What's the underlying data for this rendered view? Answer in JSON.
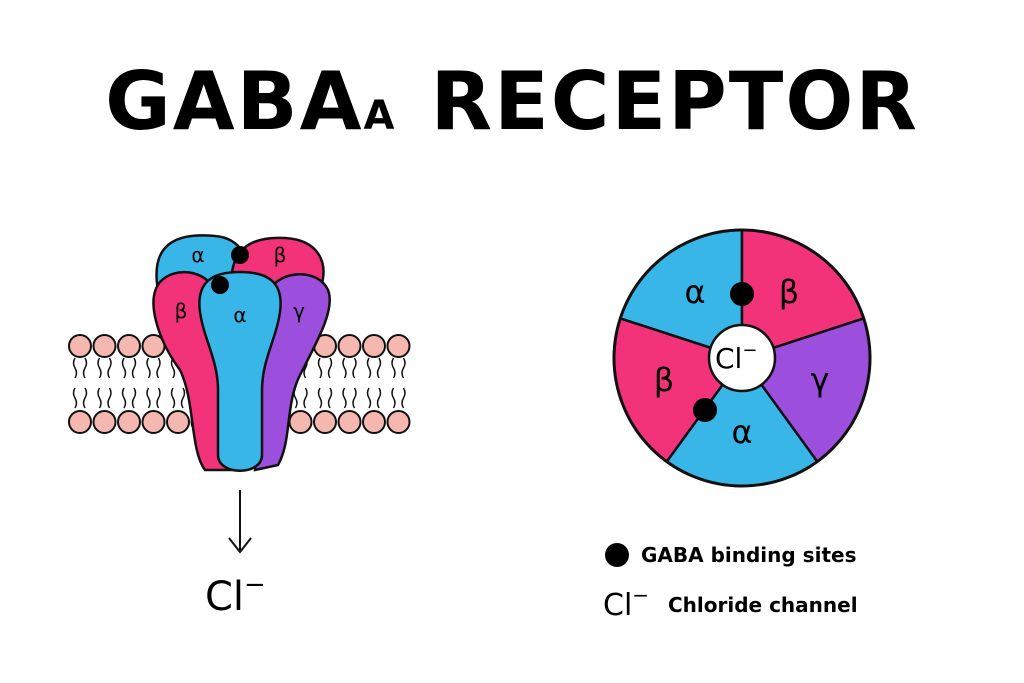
{
  "title": {
    "main": "GABA",
    "subscript": "A",
    "rest": "RECEPTOR"
  },
  "colors": {
    "alpha": "#38b6e8",
    "beta": "#f2337a",
    "gamma": "#9b4fdc",
    "lipid_head": "#f5b8b0",
    "outline": "#111111"
  },
  "side_view": {
    "subunit_labels": {
      "alpha_back": "α",
      "beta_back": "β",
      "beta_front": "β",
      "alpha_front": "α",
      "gamma_front": "γ"
    },
    "ion_label": {
      "base": "Cl",
      "charge": "−"
    }
  },
  "top_view": {
    "subunit_labels": {
      "alpha_top": "α",
      "beta_top": "β",
      "gamma": "γ",
      "alpha_bottom": "α",
      "beta_left": "β"
    },
    "pore_label": {
      "base": "Cl",
      "charge": "−"
    }
  },
  "legend": {
    "binding_sites": "GABA binding sites",
    "chloride_symbol": {
      "base": "Cl",
      "charge": "−"
    },
    "chloride_channel": "Chloride channel"
  }
}
